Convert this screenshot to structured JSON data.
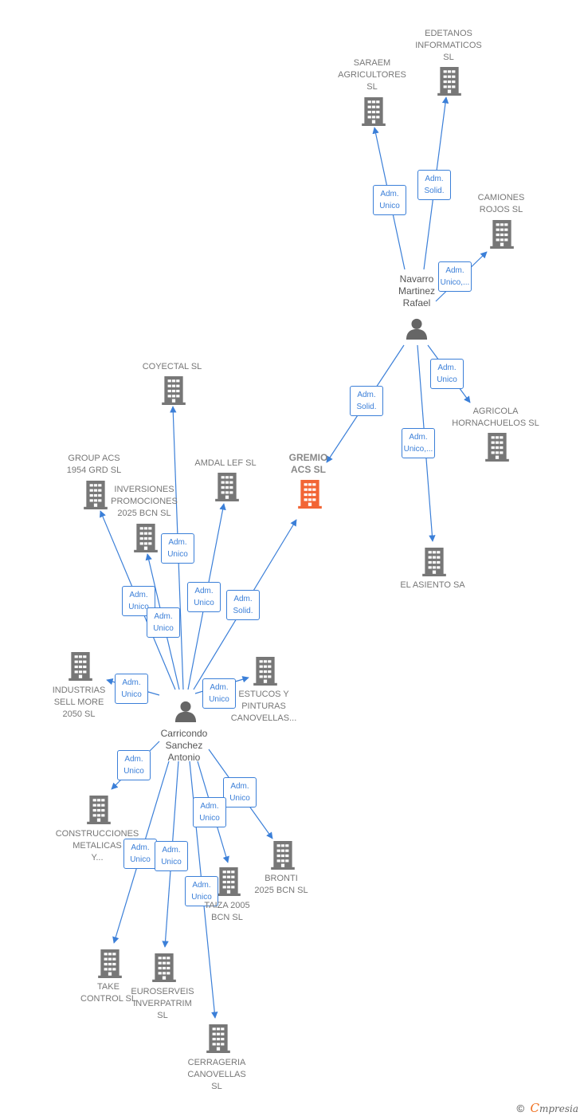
{
  "colors": {
    "edge": "#3b7fd8",
    "company": "#777777",
    "focus": "#f26535",
    "person": "#666666"
  },
  "people": [
    {
      "id": "p1",
      "label": "Navarro\nMartinez\nRafael"
    },
    {
      "id": "p2",
      "label": "Carricondo\nSanchez\nAntonio"
    }
  ],
  "companies": [
    {
      "id": "edetanos",
      "label": "EDETANOS\nINFORMATICOS\nSL",
      "icon": "building-icon"
    },
    {
      "id": "saraem",
      "label": "SARAEM\nAGRICULTORES\nSL",
      "icon": "building-icon"
    },
    {
      "id": "camiones",
      "label": "CAMIONES\nROJOS SL",
      "icon": "building-icon"
    },
    {
      "id": "agricola",
      "label": "AGRICOLA\nHORNACHUELOS SL",
      "icon": "building-icon"
    },
    {
      "id": "asiento",
      "label": "EL ASIENTO SA",
      "icon": "building-icon"
    },
    {
      "id": "gremio",
      "label": "GREMIO\nACS  SL",
      "icon": "building-icon",
      "focus": true
    },
    {
      "id": "coyectal",
      "label": "COYECTAL SL",
      "icon": "building-icon"
    },
    {
      "id": "amdal",
      "label": "AMDAL LEF  SL",
      "icon": "building-icon"
    },
    {
      "id": "groupacs",
      "label": "GROUP ACS\n1954 GRD  SL",
      "icon": "building-icon"
    },
    {
      "id": "inversiones",
      "label": "INVERSIONES\nPROMOCIONES\n2025 BCN  SL",
      "icon": "building-icon"
    },
    {
      "id": "industrias",
      "label": "INDUSTRIAS\nSELL MORE\n2050  SL",
      "icon": "building-icon"
    },
    {
      "id": "estucos",
      "label": "ESTUCOS Y\nPINTURAS\nCANOVELLAS...",
      "icon": "building-icon"
    },
    {
      "id": "construcciones",
      "label": "CONSTRUCCIONES\nMETALICAS\nY...",
      "icon": "building-icon"
    },
    {
      "id": "bronti",
      "label": "BRONTI\n2025 BCN  SL",
      "icon": "building-icon"
    },
    {
      "id": "taiza",
      "label": "TAIZA 2005\nBCN  SL",
      "icon": "building-icon"
    },
    {
      "id": "take",
      "label": "TAKE\nCONTROL SL",
      "icon": "building-icon"
    },
    {
      "id": "euroserveis",
      "label": "EUROSERVEIS\nINVERPATRIM\nSL",
      "icon": "building-icon"
    },
    {
      "id": "cerrageria",
      "label": "CERRAGERIA\nCANOVELLAS\nSL",
      "icon": "building-icon"
    }
  ],
  "edges": [
    {
      "from": "p1",
      "to": "saraem",
      "label": "Adm.\nUnico"
    },
    {
      "from": "p1",
      "to": "edetanos",
      "label": "Adm.\nSolid."
    },
    {
      "from": "p1",
      "to": "camiones",
      "label": "Adm.\nUnico,..."
    },
    {
      "from": "p1",
      "to": "agricola",
      "label": "Adm.\nUnico"
    },
    {
      "from": "p1",
      "to": "gremio",
      "label": "Adm.\nSolid."
    },
    {
      "from": "p1",
      "to": "asiento",
      "label": "Adm.\nUnico,..."
    },
    {
      "from": "p2",
      "to": "coyectal",
      "label": "Adm.\nUnico"
    },
    {
      "from": "p2",
      "to": "amdal",
      "label": "Adm.\nUnico"
    },
    {
      "from": "p2",
      "to": "gremio",
      "label": "Adm.\nSolid."
    },
    {
      "from": "p2",
      "to": "groupacs",
      "label": "Adm.\nUnico"
    },
    {
      "from": "p2",
      "to": "inversiones",
      "label": "Adm.\nUnico"
    },
    {
      "from": "p2",
      "to": "industrias",
      "label": "Adm.\nUnico"
    },
    {
      "from": "p2",
      "to": "estucos",
      "label": "Adm.\nUnico"
    },
    {
      "from": "p2",
      "to": "construcciones",
      "label": "Adm.\nUnico"
    },
    {
      "from": "p2",
      "to": "bronti",
      "label": "Adm.\nUnico"
    },
    {
      "from": "p2",
      "to": "taiza",
      "label": "Adm.\nUnico"
    },
    {
      "from": "p2",
      "to": "take",
      "label": "Adm.\nUnico"
    },
    {
      "from": "p2",
      "to": "euroserveis",
      "label": "Adm.\nUnico"
    },
    {
      "from": "p2",
      "to": "cerrageria",
      "label": "Adm.\nUnico"
    }
  ],
  "footer": {
    "copyright": "©",
    "brand_initial": "C",
    "brand_rest": "mpresia"
  }
}
